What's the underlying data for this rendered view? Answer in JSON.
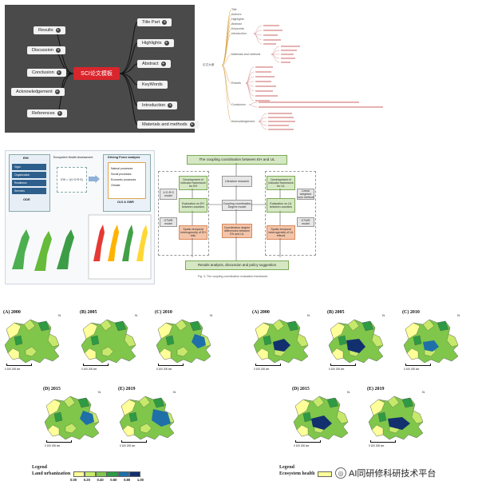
{
  "mindmap": {
    "center": "SCI论文模板",
    "left_nodes": [
      "Results",
      "Discussion",
      "Conclusion",
      "Acknowledgement",
      "References"
    ],
    "right_nodes": [
      "Title Part",
      "Highlights",
      "Abstract",
      "KeyWords",
      "Introduction",
      "Materials and methods"
    ]
  },
  "outline": {
    "root": "论文大纲",
    "items": [
      "Title",
      "Authors",
      "Highlights",
      "Abstract",
      "Keywords",
      "Introduction",
      "Materials and methods",
      "Results",
      "Conclusion",
      "Acknowledgement"
    ]
  },
  "graphic_abstract": {
    "left_labels": [
      "EHI",
      "Vigor",
      "Organization",
      "Resilience",
      "Services",
      "ODE"
    ],
    "middle_title": "Ecosystem Health Assessment",
    "right_title": "Driving Force analysis",
    "right_items": [
      "Natural processes",
      "Social processes",
      "Economic processes",
      "Climate"
    ],
    "result_label": "OLS & GWR"
  },
  "framework": {
    "title": "The coupling coordination between EH and UL",
    "green_left": [
      "Development of indicator framework for EH",
      "Evaluation on EH between counties"
    ],
    "green_right": [
      "Development of indicator framework for UL",
      "Evaluation on UL between counties"
    ],
    "orange_left": "Spatio-temporal heterogeneity of EH influ",
    "orange_right": "Spatio-temporal heterogeneity of UL effects",
    "center_top": "Literature research",
    "center_mid": "Coupling coordination Degree model",
    "center_bot": "Coordination degree differences between EH and UL",
    "gray_left": [
      "V-O-R-S model",
      "GTWR model"
    ],
    "gray_right": [
      "Linear weighted sum method",
      "GTWR model"
    ],
    "bottom": "Results analysis, discussion and policy suggestion",
    "caption": "Fig. 3. The coupling coordination evaluation framework."
  },
  "maps": {
    "left_labels": [
      "(A) 2000",
      "(B) 2005",
      "(C) 2010",
      "(D) 2015",
      "(E) 2019"
    ],
    "right_labels": [
      "(A) 2000",
      "(B) 2005",
      "(C) 2010",
      "(D) 2015",
      "(E) 2019"
    ],
    "scale_text": "0    100   200 km",
    "north": "N",
    "legend_left": {
      "title": "Legend",
      "sub": "Land urbanization",
      "ticks": [
        "0.00",
        "0.20",
        "0.40",
        "0.60",
        "0.80",
        "1.00"
      ]
    },
    "legend_right": {
      "title": "Legend",
      "sub": "Ecosystem health"
    },
    "legend_colors": [
      "#ffff99",
      "#c7e96b",
      "#7fc64a",
      "#2e9a44",
      "#1f6fa8",
      "#12306e"
    ]
  },
  "watermark": "AI同研修科研技术平台"
}
